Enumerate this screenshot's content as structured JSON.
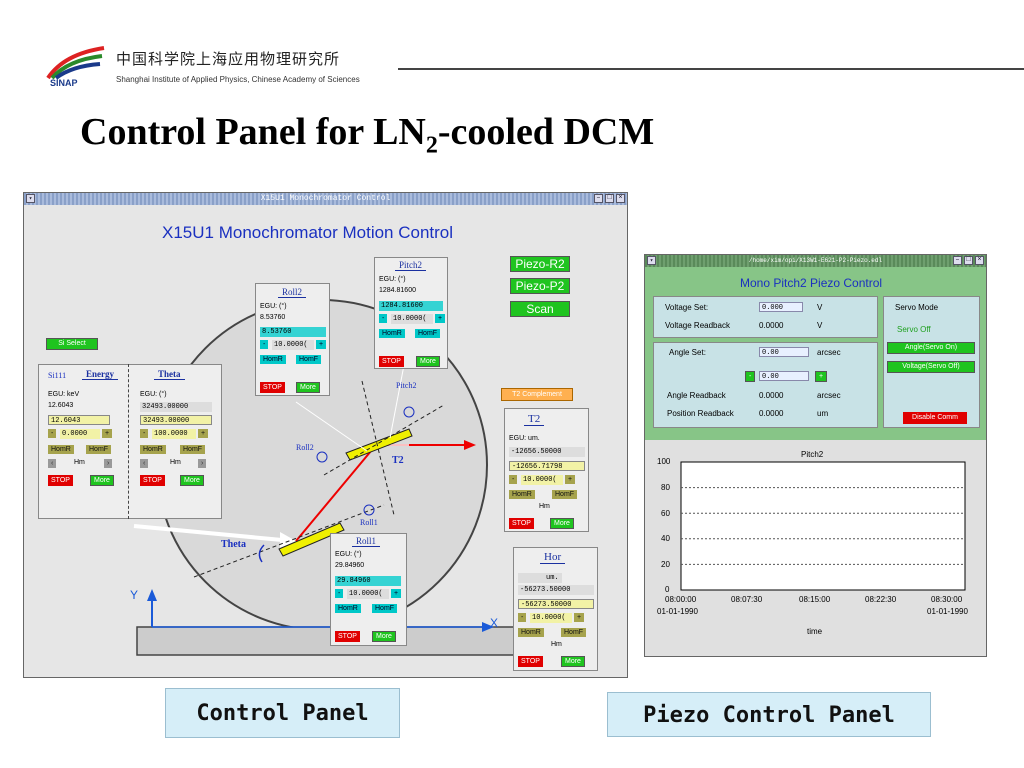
{
  "header": {
    "logo_cn": "中国科学院上海应用物理研究所",
    "logo_en": "Shanghai Institute of Applied Physics, Chinese Academy of Sciences",
    "logo_abbr": "SINAP"
  },
  "slide": {
    "title_pre": "Control Panel for LN",
    "title_sub": "2",
    "title_post": "-cooled DCM"
  },
  "colors": {
    "panel_bg": "#e6e6e6",
    "piezo_bg": "#87c587",
    "button_green": "#1fc41f",
    "stop_red": "#e00000"
  },
  "left_window": {
    "title": "X15U1 Monochromator Control",
    "heading": "X15U1 Monochromator Motion Control",
    "buttons": {
      "piezo_r2": "Piezo-R2",
      "piezo_p2": "Piezo-P2",
      "scan": "Scan",
      "si_select": "Si Select",
      "t2_complement": "T2 Complement"
    },
    "diagram_labels": {
      "pitch2": "Pitch2",
      "roll2": "Roll2",
      "t2": "T2",
      "roll1": "Roll1",
      "theta": "Theta",
      "x": "X",
      "y": "Y"
    },
    "common": {
      "home_r": "HomR",
      "home_f": "HomF",
      "hm": "Hm",
      "stop": "STOP",
      "more": "More",
      "minus": "-",
      "plus": "+"
    },
    "si111": {
      "crystal": "Si111",
      "title": "Energy",
      "egu": "EGU:  keV",
      "readback": "12.6043",
      "setpoint": "12.6043",
      "step": "0.0000"
    },
    "theta": {
      "title": "Theta",
      "egu": "EGU:  (°)",
      "readback": "32493.00000",
      "setpoint": "32493.00000",
      "step": "100.0000"
    },
    "roll2": {
      "title": "Roll2",
      "egu": "EGU:  (°)",
      "readback": "8.53760",
      "setpoint": "8.53760",
      "step": "10.0000("
    },
    "pitch2": {
      "title": "Pitch2",
      "egu": "EGU:  (°)",
      "readback": "1284.81600",
      "setpoint": "1284.81600",
      "step": "10.0000("
    },
    "t2": {
      "title": "T2",
      "egu": "EGU:  um.",
      "readback": "-12656.50000",
      "setpoint": "-12656.71798",
      "step": "10.0000("
    },
    "roll1": {
      "title": "Roll1",
      "egu": "EGU:  (°)",
      "readback": "29.84960",
      "setpoint": "29.84960",
      "step": "10.0000("
    },
    "hor": {
      "title": "Hor",
      "egu": "um.",
      "readback": "-56273.50000",
      "setpoint": "-56273.50000",
      "step": "10.0000("
    }
  },
  "right_window": {
    "title": "/home/xim/opi/X13W1-E621-P2-Piezo.edl",
    "heading": "Mono Pitch2 Piezo Control",
    "voltage_set_label": "Voltage Set:",
    "voltage_set_value": "0.000",
    "voltage_set_unit": "V",
    "voltage_rb_label": "Voltage Readback",
    "voltage_rb_value": "0.0000",
    "voltage_rb_unit": "V",
    "angle_set_label": "Angle Set:",
    "angle_set_value": "0.00",
    "angle_set_unit": "arcsec",
    "angle_step_value": "0.00",
    "angle_rb_label": "Angle Readback",
    "angle_rb_value": "0.0000",
    "angle_rb_unit": "arcsec",
    "pos_rb_label": "Position Readback",
    "pos_rb_value": "0.0000",
    "pos_rb_unit": "um",
    "servo_mode_label": "Servo Mode",
    "servo_status": "Servo Off",
    "angle_servo_on": "Angle(Servo On)",
    "voltage_servo_off": "Voltage(Servo Off)",
    "disable_comm": "Disable Comm",
    "minus": "-",
    "plus": "+",
    "chart_title": "Pitch2",
    "y_ticks": [
      "100",
      "80",
      "60",
      "40",
      "20",
      "0"
    ],
    "x_ticks": [
      "08:00:00",
      "08:07:30",
      "08:15:00",
      "08:22:30",
      "08:30:00"
    ],
    "date_left": "01-01-1990",
    "date_right": "01-01-1990",
    "x_axis_label": "time"
  },
  "captions": {
    "left": "Control Panel",
    "right": "Piezo Control Panel"
  }
}
